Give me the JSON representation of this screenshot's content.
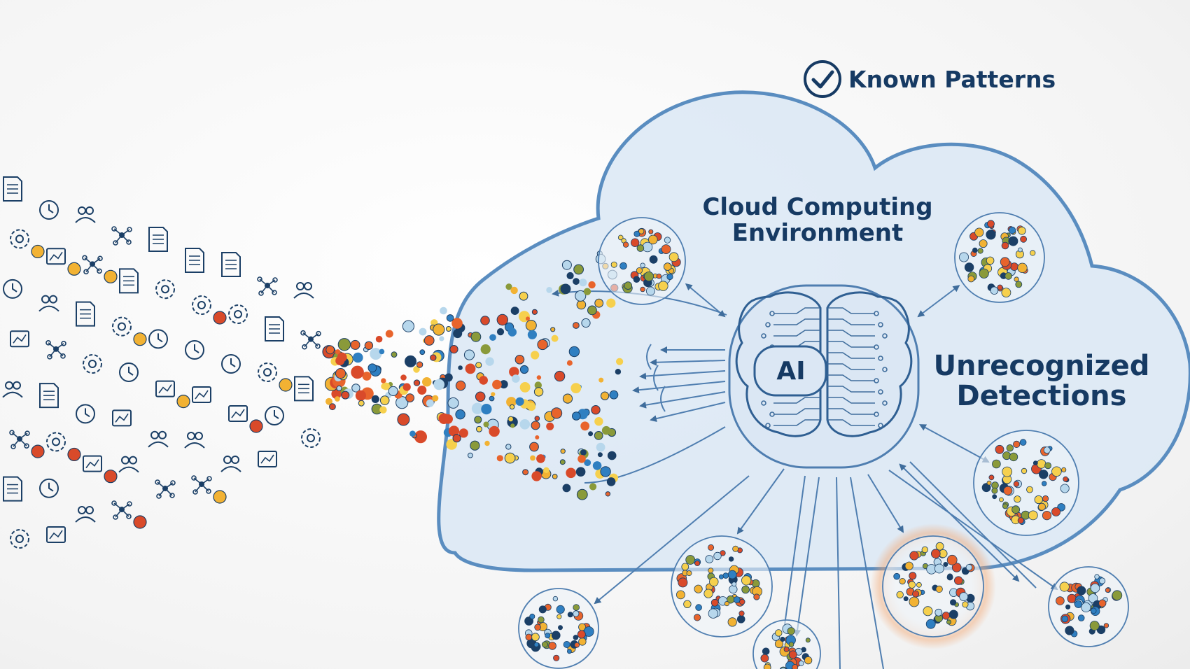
{
  "legend": {
    "icon": "check-circle-icon",
    "text": "Known Patterns"
  },
  "cloud": {
    "title_line1": "Cloud Computing",
    "title_line2": "Environment"
  },
  "unrecognized": {
    "line1": "Unrecognized",
    "line2": "Detections"
  },
  "ai": {
    "label": "AI",
    "icon": "circuit-brain-icon"
  },
  "colors": {
    "ink": "#163a63",
    "cloud_fill": "#dce8f5",
    "cloud_stroke": "#5a8dc0",
    "dot_palette": [
      "#e8642c",
      "#f2b233",
      "#2f7fc1",
      "#b7d7ec",
      "#1b3f66",
      "#d94a2a",
      "#8a9a3a",
      "#f6d04d"
    ]
  },
  "input_icons": [
    "document-icon",
    "gear-icon",
    "clock-icon",
    "chart-icon",
    "user-group-icon",
    "cloud-icon",
    "keyboard-icon",
    "network-icon",
    "lock-icon",
    "folder-icon",
    "search-icon",
    "database-icon"
  ]
}
